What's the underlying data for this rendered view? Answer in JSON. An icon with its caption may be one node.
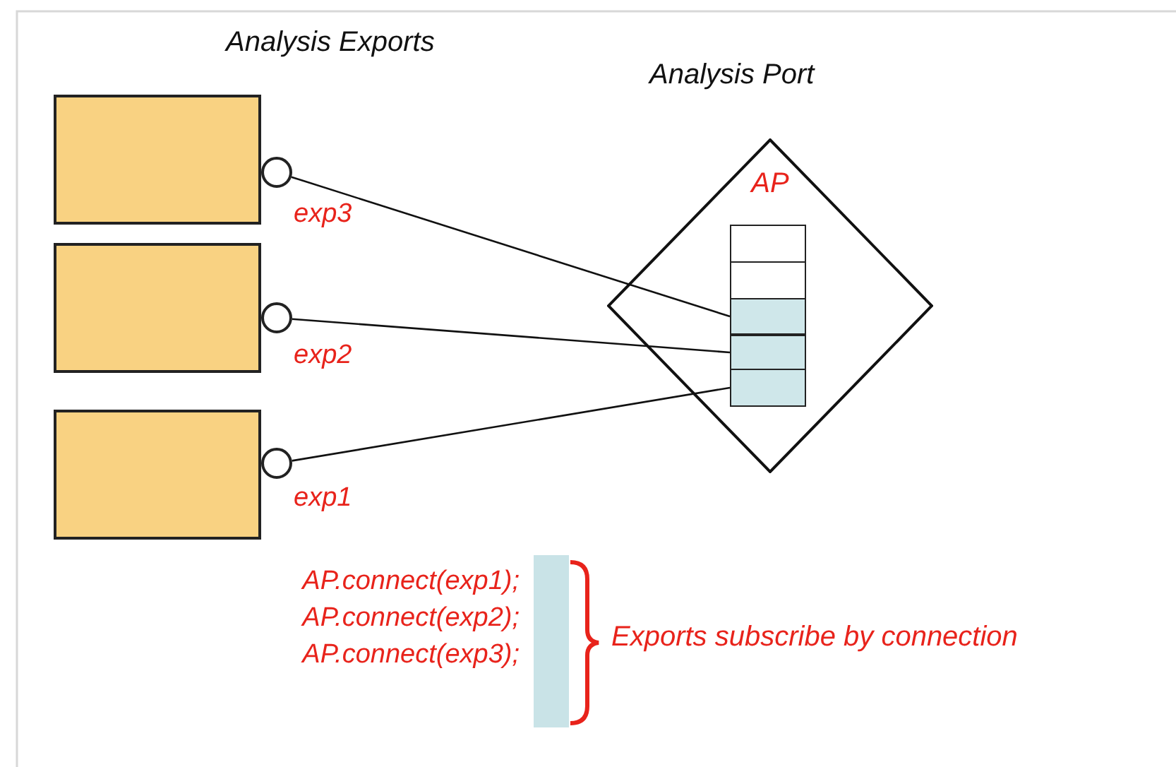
{
  "diagram": {
    "nodes": [
      {
        "text": [],
        "shape": "box"
      },
      {
        "text": [],
        "shape": "box"
      },
      {
        "text": [],
        "shape": "box"
      },
      {
        "text": [],
        "shape": "circle",
        "beside": [
          "exp3"
        ]
      },
      {
        "text": [],
        "shape": "circle",
        "beside": [
          "exp2"
        ]
      },
      {
        "text": [],
        "shape": "circle",
        "beside": [
          "exp1"
        ]
      },
      {
        "text": [
          "AP"
        ]
      },
      {
        "text": [],
        "shape": "box",
        "in": 6
      },
      {
        "text": [],
        "shape": "box",
        "in": 6
      },
      {
        "text": [],
        "shape": "box",
        "in": 6
      },
      {
        "text": [],
        "shape": "box",
        "in": 6
      },
      {
        "text": [],
        "shape": "box",
        "in": 6
      }
    ],
    "edges": [
      {
        "from": 3,
        "to": 9,
        "arrow": "none"
      },
      {
        "from": 4,
        "to": 10,
        "arrow": "none"
      },
      {
        "from": 5,
        "to": 11,
        "arrow": "none"
      }
    ],
    "labels": [
      "Analysis Exports",
      "Analysis Port",
      "AP.connect(exp1);",
      "AP.connect(exp2);",
      "AP.connect(exp3);",
      "Exports subscribe by connection"
    ]
  }
}
